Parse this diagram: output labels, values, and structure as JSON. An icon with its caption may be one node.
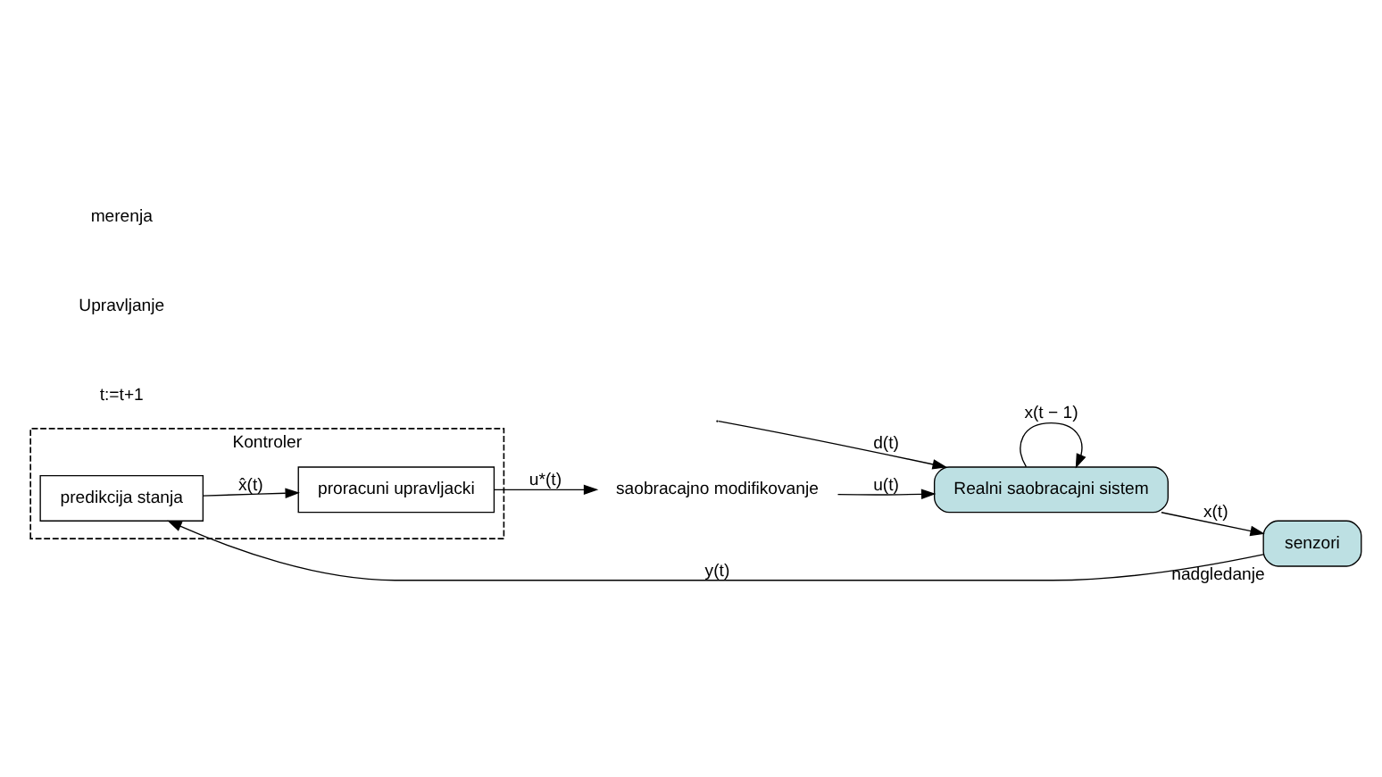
{
  "diagram": {
    "nodes": [
      {
        "text": [
          "saobracajno modifikovanje"
        ]
      },
      {
        "text": [
          "Realni saobracajni sistem"
        ]
      },
      {
        "text": [
          "senzori"
        ],
        "beside": [
          "nadgledanje"
        ]
      },
      {
        "text": [
          "Kontroler"
        ]
      },
      {
        "text": [
          "proracuni upravljacki"
        ],
        "in": 3
      },
      {
        "text": [
          "predikcija stanja"
        ],
        "in": 3
      }
    ],
    "edges": [
      {
        "from": 0,
        "to": 1,
        "arrow": "to",
        "label": "u(t)"
      },
      {
        "from": null,
        "to": 1,
        "arrow": "to",
        "label": "d(t)"
      },
      {
        "from": 1,
        "to": 1,
        "arrow": "to",
        "label": "x(t − 1)"
      },
      {
        "from": 1,
        "to": 2,
        "arrow": "to",
        "label": "x(t)"
      },
      {
        "from": 2,
        "to": 5,
        "arrow": "to",
        "label": "y(t)"
      },
      {
        "from": 5,
        "to": 4,
        "arrow": "to",
        "label": "x̂(t)"
      },
      {
        "from": 4,
        "to": 0,
        "arrow": "to",
        "label": "u*(t)"
      }
    ],
    "labels": [
      "t:=t+1",
      "Upravljanje",
      "merenja"
    ]
  }
}
